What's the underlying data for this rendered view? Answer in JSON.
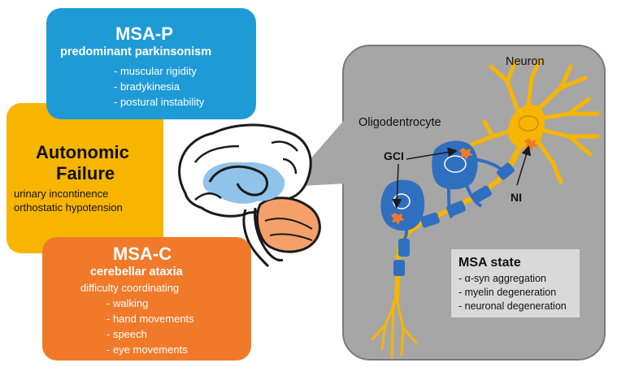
{
  "msa_p": {
    "title": "MSA-P",
    "subtitle": "predominant parkinsonism",
    "items": [
      "- muscular rigidity",
      "- bradykinesia",
      "- postural instability"
    ]
  },
  "autonomic": {
    "title_line1": "Autonomic",
    "title_line2": "Failure",
    "items": [
      "urinary incontinence",
      "orthostatic hypotension"
    ]
  },
  "msa_c": {
    "title": "MSA-C",
    "subtitle": "cerebellar ataxia",
    "lead": "difficulty coordinating",
    "items": [
      "- walking",
      "- hand movements",
      "- speech",
      "- eye movements"
    ]
  },
  "cell_labels": {
    "neuron": "Neuron",
    "oligodendrocyte": "Oligodentrocyte",
    "gci": "GCI",
    "ni": "NI"
  },
  "msa_state": {
    "title": "MSA state",
    "items": [
      "- α-syn aggregation",
      "- myelin degeneration",
      "- neuronal degeneration"
    ]
  },
  "colors": {
    "msa_p": "#1e9bd7",
    "autonomic": "#f7b500",
    "msa_c": "#f07a2a",
    "cell_blue": "#2f6fc0",
    "neuron_yellow": "#f7b500",
    "inclusion_orange": "#f07a2a",
    "panel_gray": "#a6a6a6"
  }
}
